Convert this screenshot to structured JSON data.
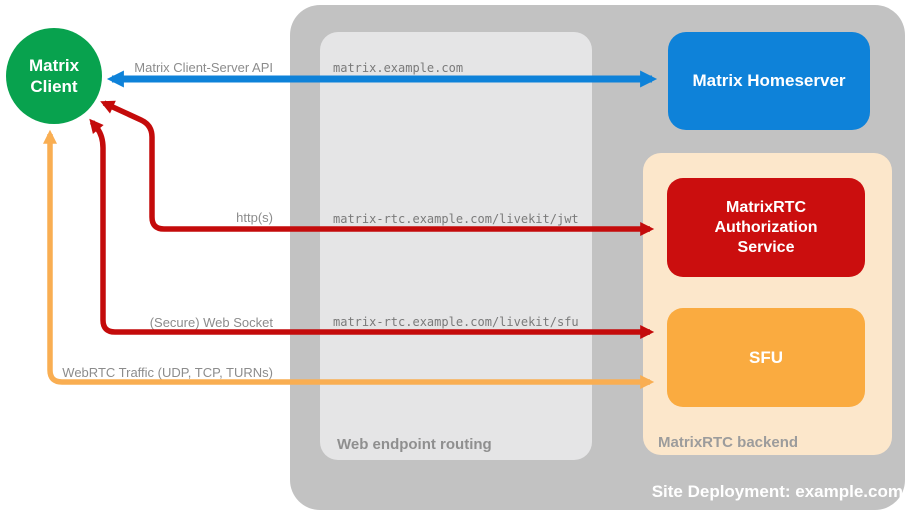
{
  "client": {
    "label": "Matrix Client"
  },
  "homeserver": {
    "label": "Matrix Homeserver"
  },
  "auth_service": {
    "label": "MatrixRTC Authorization Service"
  },
  "sfu": {
    "label": "SFU"
  },
  "site": {
    "label": "Site Deployment: example.com"
  },
  "routing_panel": {
    "label": "Web endpoint routing",
    "endpoints": [
      "matrix.example.com",
      "matrix-rtc.example.com/livekit/jwt",
      "matrix-rtc.example.com/livekit/sfu"
    ]
  },
  "backend_panel": {
    "label": "MatrixRTC backend"
  },
  "connections": {
    "client_server_api": {
      "label": "Matrix Client-Server API",
      "color": "#0e82d9",
      "style": "bidirectional"
    },
    "https": {
      "label": "http(s)",
      "color": "#c40b0b",
      "style": "bidirectional"
    },
    "websocket": {
      "label": "(Secure) Web Socket",
      "color": "#c40b0b",
      "style": "bidirectional"
    },
    "webrtc": {
      "label": "WebRTC Traffic (UDP, TCP, TURNs)",
      "color": "#f9ae52",
      "style": "bidirectional"
    }
  },
  "colors": {
    "client_green": "#08a24e",
    "homeserver_blue": "#0e82d9",
    "auth_red": "#cb0e0e",
    "sfu_orange": "#faab40",
    "backend_peach": "#fce7cb",
    "site_gray": "#c2c2c2",
    "routing_gray": "#e5e5e6",
    "muted_text": "#8c8c8c"
  }
}
